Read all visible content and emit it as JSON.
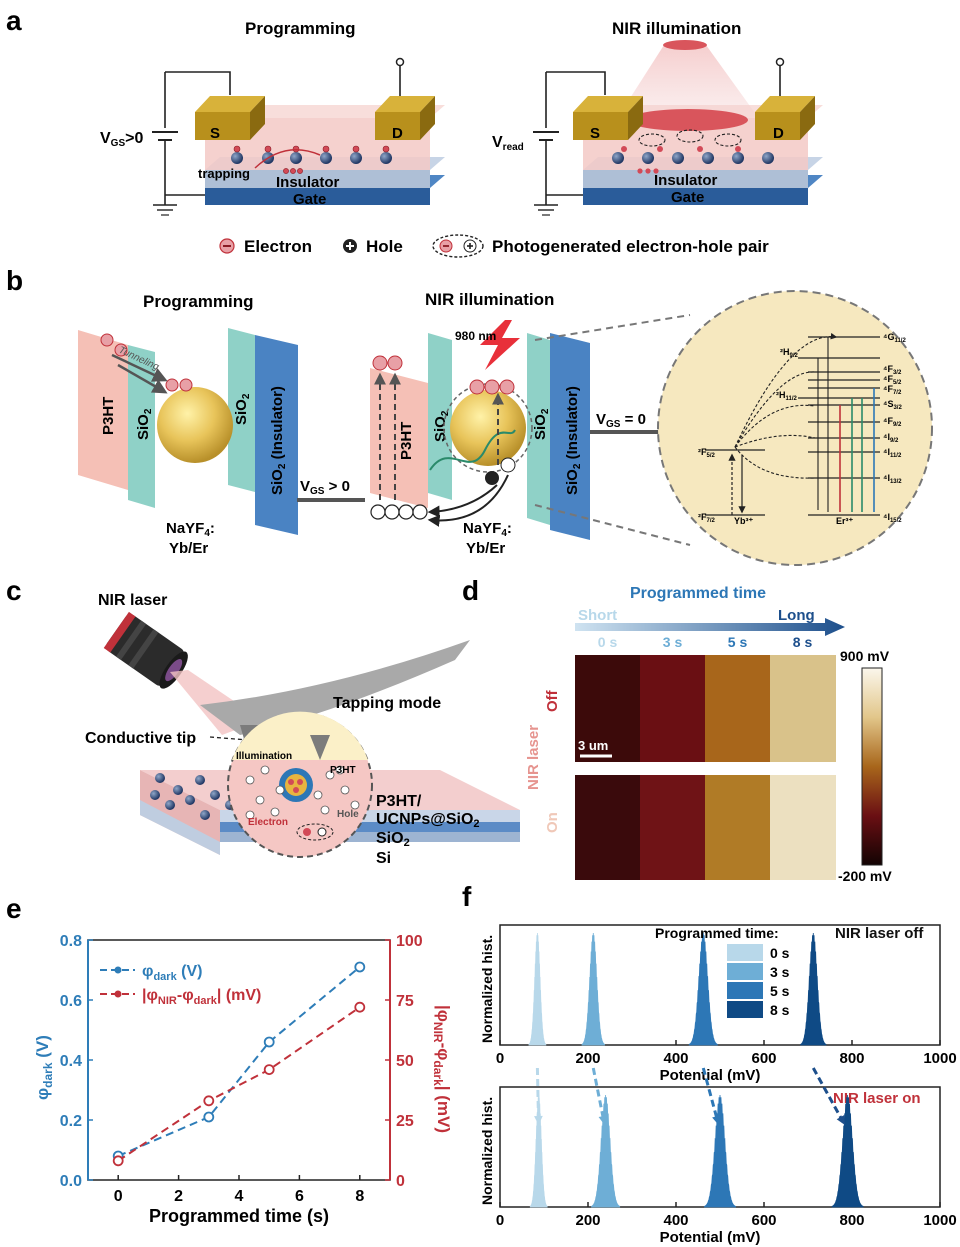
{
  "panel_letters": {
    "a": "a",
    "b": "b",
    "c": "c",
    "d": "d",
    "e": "e",
    "f": "f"
  },
  "panel_a": {
    "left_title": "Programming",
    "right_title": "NIR illumination",
    "source": "S",
    "drain": "D",
    "insulator": "Insulator",
    "gate": "Gate",
    "vgs": "V",
    "vgs_sub": "GS",
    "vgs_suffix": ">0",
    "vread": "V",
    "vread_sub": "read",
    "trapping": "trapping",
    "legend_electron": "Electron",
    "legend_hole": "Hole",
    "legend_pair": "Photogenerated electron-hole pair"
  },
  "panel_b": {
    "left_title": "Programming",
    "mid_title": "NIR illumination",
    "wavelength": "980 nm",
    "p3ht": "P3HT",
    "sio2": "SiO",
    "sio2_sub": "2",
    "sio2_insulator": "SiO",
    "sio2_insulator_suffix": " (Insulator)",
    "tunneling": "Tunneling",
    "np_label_1": "NaYF",
    "np_label_1_sub": "4",
    "np_label_1_suffix": ":",
    "np_label_2": "Yb/Er",
    "vgs_gt": "V",
    "vgs_gt_sub": "GS",
    "vgs_gt_suffix": " > 0",
    "vgs_eq": "V",
    "vgs_eq_sub": "GS",
    "vgs_eq_suffix": " = 0",
    "levels": {
      "g112": "⁴G",
      "g112_sub": "11/2",
      "h92": "²H",
      "h92_sub": "9/2",
      "f32": "⁴F",
      "f32_sub": "3/2",
      "f52": "⁴F",
      "f52_sub": "5/2",
      "f72": "⁴F",
      "f72_sub": "7/2",
      "h112": "²H",
      "h112_sub": "11/2",
      "s32": "⁴S",
      "s32_sub": "3/2",
      "f92": "⁴F",
      "f92_sub": "9/2",
      "i92": "⁴I",
      "i92_sub": "9/2",
      "i112": "⁴I",
      "i112_sub": "11/2",
      "i132": "⁴I",
      "i132_sub": "13/2",
      "i152": "⁴I",
      "i152_sub": "15/2",
      "yb_f52": "²F",
      "yb_f52_sub": "5/2",
      "yb_f72": "²F",
      "yb_f72_sub": "7/2",
      "yb": "Yb³⁺",
      "er": "Er³⁺"
    }
  },
  "panel_c": {
    "nir_laser": "NIR laser",
    "tapping_mode": "Tapping mode",
    "conductive_tip": "Conductive tip",
    "illumination": "Illumination",
    "p3ht": "P3HT",
    "electron": "Electron",
    "hole": "Hole",
    "stack_1": "P3HT/",
    "stack_2": "UCNPs@SiO",
    "stack_2_sub": "2",
    "stack_3": "SiO",
    "stack_3_sub": "2",
    "stack_4": "Si"
  },
  "panel_d": {
    "header": "Programmed time",
    "short": "Short",
    "long": "Long",
    "times": [
      "0 s",
      "3 s",
      "5 s",
      "8 s"
    ],
    "row_off": "Off",
    "row_on": "On",
    "nir_laser": "NIR laser",
    "scale_bar": "3 um",
    "cbar_max": "900 mV",
    "cbar_min": "-200 mV",
    "colors_off": [
      "#3c0a0a",
      "#6a0f13",
      "#a8661b",
      "#d9c28a"
    ],
    "colors_on": [
      "#3a0a0c",
      "#6f1316",
      "#b07b26",
      "#ece0c0"
    ]
  },
  "panel_e": {
    "chart_data": {
      "type": "line",
      "xlabel": "Programmed time (s)",
      "ylabel_left": "φdark (V)",
      "ylabel_right": "|φNIR-φdark| (mV)",
      "x_ticks": [
        "0",
        "2",
        "4",
        "6",
        "8"
      ],
      "y_left_ticks": [
        "0.0",
        "0.2",
        "0.4",
        "0.6",
        "0.8"
      ],
      "y_right_ticks": [
        "0",
        "25",
        "50",
        "75",
        "100"
      ],
      "xlim": [
        -1,
        9
      ],
      "ylim_left": [
        0,
        0.8
      ],
      "ylim_right": [
        0,
        100
      ],
      "series": [
        {
          "name": "φdark (V)",
          "axis": "left",
          "color": "#2e7db8",
          "x": [
            0,
            3,
            5,
            8
          ],
          "y": [
            0.08,
            0.21,
            0.46,
            0.71
          ]
        },
        {
          "name": "|φNIR-φdark| (mV)",
          "axis": "right",
          "color": "#c0313a",
          "x": [
            0,
            3,
            5,
            8
          ],
          "y": [
            8,
            33,
            46,
            72
          ]
        }
      ]
    },
    "legend_dark": "φ",
    "legend_dark_sub": "dark",
    "legend_dark_suffix": " (V)",
    "legend_nir_pre": "|φ",
    "legend_nir_sub1": "NIR",
    "legend_nir_mid": "-φ",
    "legend_nir_sub2": "dark",
    "legend_nir_suffix": "| (mV)",
    "ylabel_left_main": "φ",
    "ylabel_left_sub": "dark",
    "ylabel_left_suffix": " (V)",
    "ylabel_right_pre": "|φ",
    "ylabel_right_sub1": "NIR",
    "ylabel_right_mid": "-φ",
    "ylabel_right_sub2": "dark",
    "ylabel_right_suffix": "| (mV)"
  },
  "panel_f": {
    "chart_data": [
      {
        "type": "area",
        "note_label": "NIR laser off",
        "ylabel": "Normalized hist.",
        "xlabel": "Potential (mV)",
        "x_ticks": [
          "0",
          "200",
          "400",
          "600",
          "800",
          "1000"
        ],
        "xlim": [
          0,
          1000
        ],
        "series": [
          {
            "name": "0 s",
            "peak": 85,
            "width": 6,
            "color": "#b8d8ea"
          },
          {
            "name": "3 s",
            "peak": 212,
            "width": 8,
            "color": "#6eaed6"
          },
          {
            "name": "5 s",
            "peak": 462,
            "width": 10,
            "color": "#2d77b6"
          },
          {
            "name": "8 s",
            "peak": 712,
            "width": 9,
            "color": "#0f4a85"
          }
        ]
      },
      {
        "type": "area",
        "note_label": "NIR laser on",
        "ylabel": "Normalized hist.",
        "xlabel": "Potential (mV)",
        "x_ticks": [
          "0",
          "200",
          "400",
          "600",
          "800",
          "1000"
        ],
        "xlim": [
          0,
          1000
        ],
        "series": [
          {
            "name": "0 s",
            "peak": 88,
            "width": 6,
            "color": "#b8d8ea"
          },
          {
            "name": "3 s",
            "peak": 240,
            "width": 10,
            "color": "#6eaed6"
          },
          {
            "name": "5 s",
            "peak": 500,
            "width": 11,
            "color": "#2d77b6"
          },
          {
            "name": "8 s",
            "peak": 790,
            "width": 11,
            "color": "#0f4a85"
          }
        ]
      }
    ],
    "legend_title": "Programmed time:",
    "legend_items": [
      "0 s",
      "3 s",
      "5 s",
      "8 s"
    ],
    "legend_colors": [
      "#b8d8ea",
      "#6eaed6",
      "#2d77b6",
      "#0f4a85"
    ]
  }
}
